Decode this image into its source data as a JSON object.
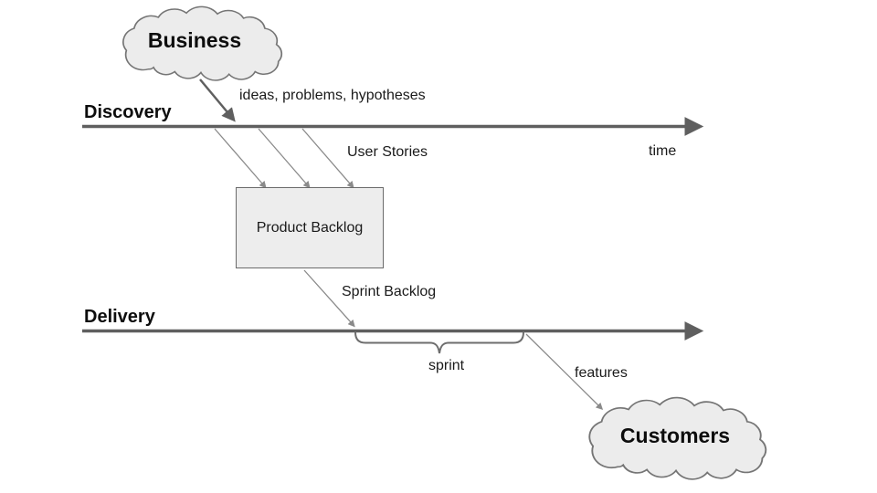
{
  "diagram": {
    "title_implicit": "Dual-track agile flow",
    "business_cloud": {
      "label": "Business"
    },
    "customers_cloud": {
      "label": "Customers"
    },
    "discovery_track": {
      "label": "Discovery",
      "inflow_label": "ideas, problems, hypotheses",
      "time_label": "time"
    },
    "delivery_track": {
      "label": "Delivery",
      "sprint_label": "sprint",
      "outflow_label": "features"
    },
    "product_backlog": {
      "label": "Product Backlog",
      "inflow_label": "User Stories",
      "outflow_label": "Sprint Backlog"
    },
    "colors": {
      "background": "#ffffff",
      "timeline": "#5f5f5f",
      "thin_arrow": "#8a8a8a",
      "cloud_fill": "#ececec",
      "cloud_stroke": "#757575",
      "box_fill": "#ededed",
      "box_stroke": "#6b6b6b",
      "brace": "#6e6e6e",
      "text": "#111111"
    }
  }
}
